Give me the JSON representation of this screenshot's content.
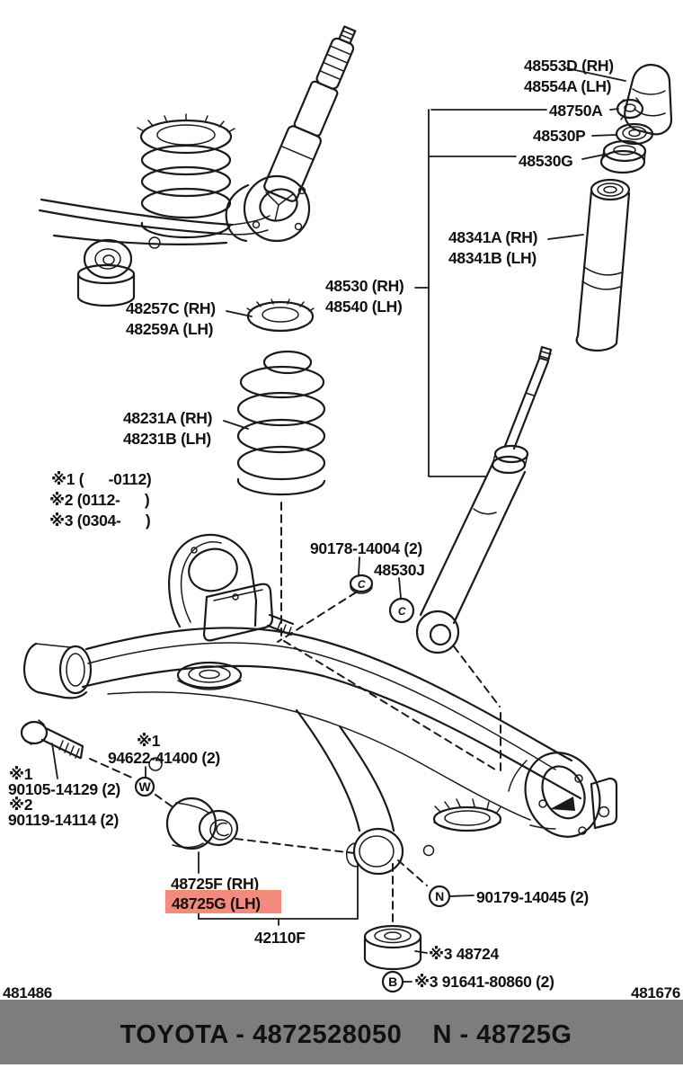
{
  "colors": {
    "line": "#1a1a1a",
    "highlight_bg": "#f4897e",
    "highlight_text": "#701310",
    "footer_bar": "#7d7d7d",
    "footer_text": "#ffffff"
  },
  "parts": {
    "boot_rh": "48553D (RH)",
    "boot_lh": "48554A (LH)",
    "piston_nut": "48750A",
    "washer": "48530P",
    "support": "48530G",
    "cylinder_rh": "48341A (RH)",
    "cylinder_lh": "48341B (LH)",
    "shock_rh": "48530 (RH)",
    "shock_lh": "48540 (LH)",
    "seat_upper_rh": "48257C (RH)",
    "seat_upper_lh": "48259A (LH)",
    "spring_rh": "48231A (RH)",
    "spring_lh": "48231B (LH)",
    "note_1": "※1 (      -0112)",
    "note_2": "※2 (0112-      )",
    "note_3": "※3 (0304-      )",
    "lock_nut": "90178-14004 (2)",
    "shock_sub": "48530J",
    "washer_mark": "※1",
    "toothed_washer": "94622-41400 (2)",
    "bolt_mark_1": "※1",
    "bolt_a": "90105-14129 (2)",
    "bolt_mark_2": "※2",
    "bolt_b": "90119-14114 (2)",
    "bushing_rh": "48725F (RH)",
    "bushing_lh": "48725G (LH)",
    "beam": "42110F",
    "rear_nut": "90179-14045 (2)",
    "cushion": "※3 48724",
    "cushion_bolt": "※3 91641-80860 (2)"
  },
  "symbols": {
    "w": "W",
    "n": "N",
    "b": "B",
    "c_nut": "C",
    "c_ring": "C"
  },
  "page_codes": {
    "bottom_left": "481486",
    "bottom_right": "481676"
  },
  "footer": {
    "text": "TOYOTA - 4872528050    N - 48725G"
  }
}
